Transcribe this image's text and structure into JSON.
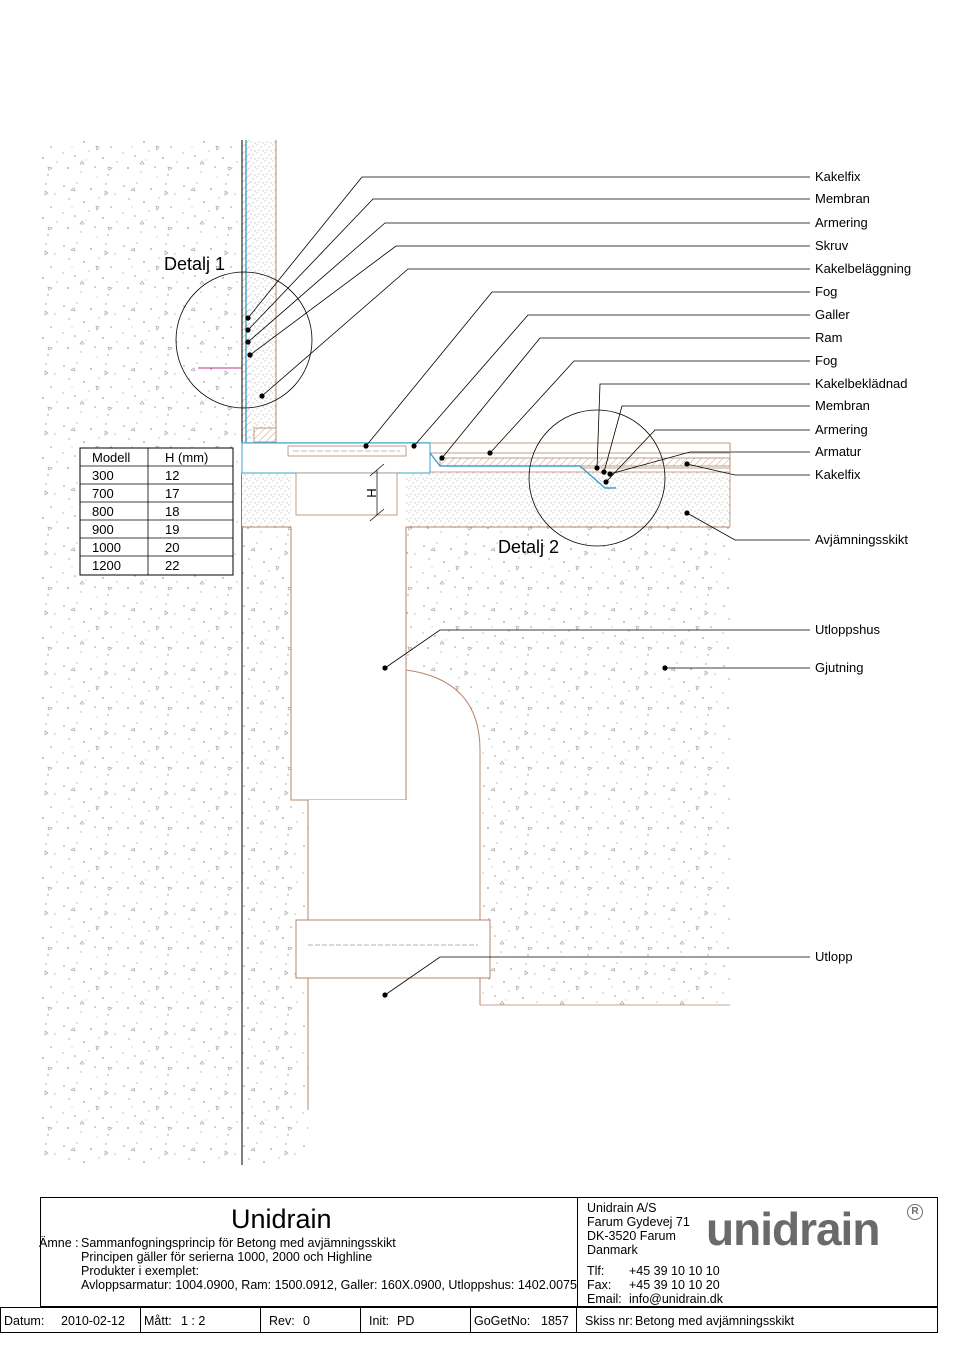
{
  "details": {
    "detail1": "Detalj 1",
    "detail2": "Detalj 2",
    "h_mark": "H"
  },
  "labels": [
    "Kakelfix",
    "Membran",
    "Armering",
    "Skruv",
    "Kakelbeläggning",
    "Fog",
    "Galler",
    "Ram",
    "Fog",
    "Kakelbeklädnad",
    "Membran",
    "Armering",
    "Armatur",
    "Kakelfix",
    "Avjämningsskikt",
    "Utloppshus",
    "Gjutning",
    "Utlopp"
  ],
  "table": {
    "headers": [
      "Modell",
      "H (mm)"
    ],
    "rows": [
      [
        "300",
        "12"
      ],
      [
        "700",
        "17"
      ],
      [
        "800",
        "18"
      ],
      [
        "900",
        "19"
      ],
      [
        "1000",
        "20"
      ],
      [
        "1200",
        "22"
      ]
    ]
  },
  "titleblock": {
    "brand": "Unidrain",
    "amne_label": "Ämne :",
    "lines": [
      "Sammanfogningsprincip för Betong med avjämningsskikt",
      "Principen gäller för serierna 1000, 2000 och Highline",
      "Produkter i exemplet:",
      "Avloppsarmatur: 1004.0900, Ram: 1500.0912, Galler: 160X.0900, Utloppshus: 1402.0075"
    ],
    "company": [
      "Unidrain A/S",
      "Farum Gydevej 71",
      "DK-3520 Farum",
      "Danmark"
    ],
    "tlf_label": "Tlf:",
    "tlf": "+45 39 10 10 10",
    "fax_label": "Fax:",
    "fax": "+45 39 10 10 20",
    "email_label": "Email:",
    "email": "info@unidrain.dk",
    "logo": "unidrain",
    "footer": {
      "datum_label": "Datum:",
      "datum": "2010-02-12",
      "matt_label": "Mått:",
      "matt": "1 : 2",
      "rev_label": "Rev:",
      "rev": "0",
      "init_label": "Init:",
      "init": "PD",
      "gogetno_label": "GoGetNo:",
      "gogetno": "1857",
      "skiss_label": "Skiss nr:",
      "skiss": "Betong med avjämningsskikt"
    }
  },
  "colors": {
    "membrane": "#3ba3c9",
    "outline": "#b5866a",
    "leader": "#000000",
    "magenta": "#c0308f"
  }
}
